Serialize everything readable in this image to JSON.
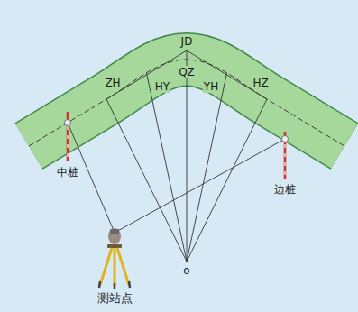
{
  "diagram": {
    "labels": [
      "JD",
      "QZ",
      "ZH",
      "HY",
      "YH",
      "HZ",
      "中桩",
      "边桩",
      "o",
      "测站点"
    ]
  }
}
